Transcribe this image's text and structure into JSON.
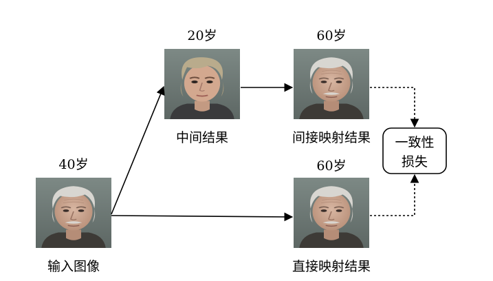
{
  "nodes": {
    "input": {
      "age": "40岁",
      "caption": "输入图像"
    },
    "intermediate": {
      "age": "20岁",
      "caption": "中间结果"
    },
    "indirect": {
      "age": "60岁",
      "caption": "间接映射结果"
    },
    "direct": {
      "age": "60岁",
      "caption": "直接映射结果"
    }
  },
  "loss_box": {
    "line1": "一致性",
    "line2": "损失"
  },
  "colors": {
    "edge": "#000000",
    "photo_bg": "#6f7b78",
    "skin": "#c9a48f",
    "hair_young": "#b9ab8c",
    "hair_old": "#d8d6d1"
  }
}
